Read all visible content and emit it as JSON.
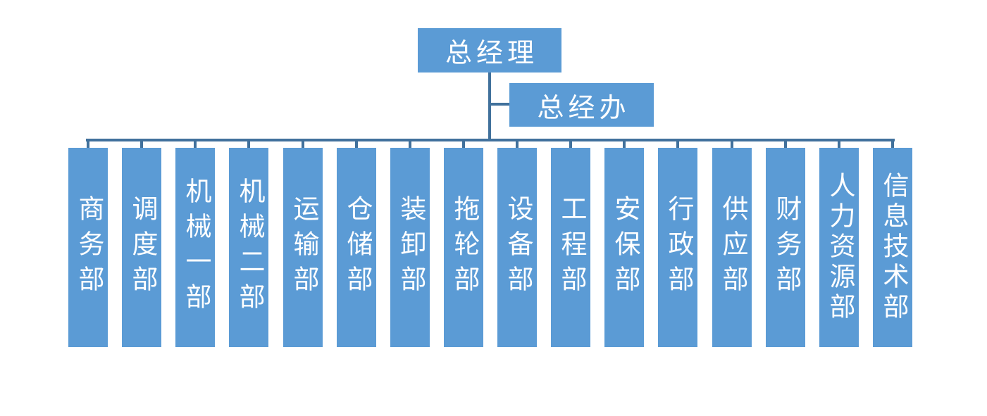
{
  "diagram": {
    "type": "org-chart",
    "root": {
      "label": "总经理"
    },
    "staff_office": {
      "label": "总经办"
    },
    "departments": [
      "商务部",
      "调度部",
      "机械一部",
      "机械二部",
      "运输部",
      "仓储部",
      "装卸部",
      "拖轮部",
      "设备部",
      "工程部",
      "安保部",
      "行政部",
      "供应部",
      "财务部",
      "人力资源部",
      "信息技术部"
    ]
  },
  "colors": {
    "node_fill": "#5B9BD5",
    "connector_line": "#41719C",
    "node_text": "#FFFFFF",
    "background": "#FFFFFF"
  }
}
